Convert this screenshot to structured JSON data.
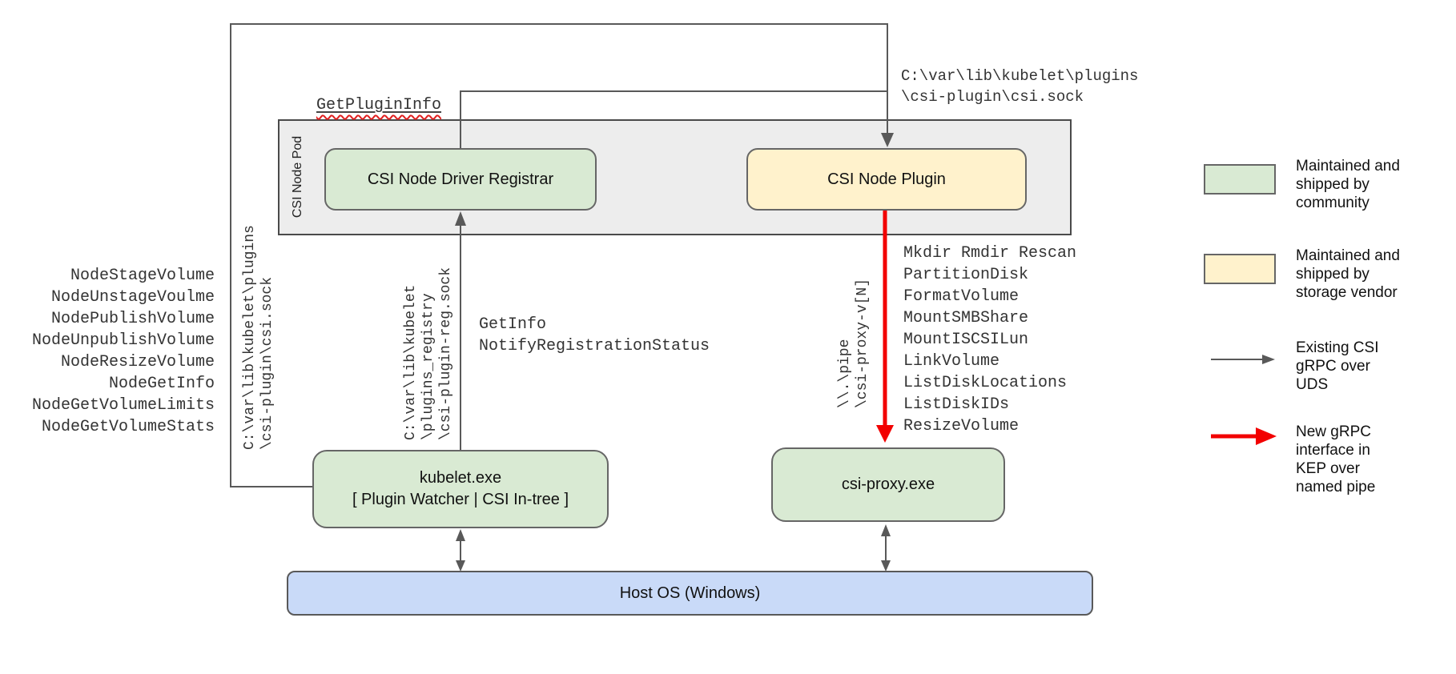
{
  "diagram": {
    "pod_label": "CSI Node Pod",
    "boxes": {
      "registrar": "CSI Node Driver Registrar",
      "plugin": "CSI Node Plugin",
      "kubelet": "kubelet.exe\n[ Plugin Watcher | CSI In-tree ]",
      "proxy": "csi-proxy.exe",
      "host_os": "Host OS (Windows)"
    },
    "labels": {
      "get_plugin_info": "GetPluginInfo",
      "registrar_rpcs": "GetInfo\nNotifyRegistrationStatus",
      "csi_sock_path_top": "C:\\var\\lib\\kubelet\\plugins\n\\csi-plugin\\csi.sock",
      "csi_sock_path_left": "C:\\var\\lib\\kubelet\\plugins\n\\csi-plugin\\csi.sock",
      "registry_sock_path": "C:\\var\\lib\\kubelet\n\\plugins_registry\n\\csi-plugin-reg.sock",
      "named_pipe_path": "\\\\.\\pipe\n\\csi-proxy-v[N]"
    },
    "node_methods": [
      "NodeStageVolume",
      "NodeUnstageVoulme",
      "NodePublishVolume",
      "NodeUnpublishVolume",
      "NodeResizeVolume",
      "NodeGetInfo",
      "NodeGetVolumeLimits",
      "NodeGetVolumeStats"
    ],
    "proxy_methods": [
      "Mkdir Rmdir Rescan",
      "PartitionDisk",
      "FormatVolume",
      "MountSMBShare",
      "MountISCSILun",
      "LinkVolume",
      "ListDiskLocations",
      "ListDiskIDs",
      "ResizeVolume"
    ]
  },
  "legend": {
    "community": "Maintained and\nshipped by\ncommunity",
    "vendor": "Maintained and\nshipped by\nstorage vendor",
    "uds": "Existing CSI\ngRPC over\nUDS",
    "named_pipe": "New gRPC\ninterface in\nKEP over\nnamed pipe"
  },
  "colors": {
    "community_green": "#d9ead3",
    "vendor_yellow": "#fff2cc",
    "host_blue": "#c9daf8",
    "pod_gray": "#ededed",
    "line_gray": "#595959",
    "new_interface_red": "#f20000"
  }
}
